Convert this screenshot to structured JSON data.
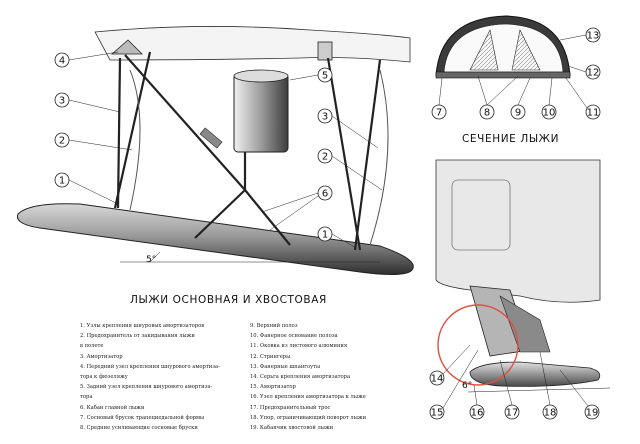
{
  "diagram": {
    "main_title": "ЛЫЖИ ОСНОВНАЯ И ХВОСТОВАЯ",
    "section_title": "СЕЧЕНИЕ ЛЫЖИ",
    "angle_main": "5°",
    "angle_tail": "6°"
  },
  "callouts": {
    "main_left": [
      "4",
      "3",
      "2",
      "1"
    ],
    "main_mid": [
      "5",
      "6"
    ],
    "main_right": [
      "3",
      "2",
      "1"
    ],
    "section": [
      "13",
      "12",
      "7",
      "8",
      "9",
      "10",
      "11"
    ],
    "tail": [
      "14",
      "15",
      "16",
      "17",
      "18",
      "19"
    ]
  },
  "legend": {
    "left": [
      "1. Узлы крепления шнуровых амортизаторов",
      "2. Предохранитель от закидывания лыжи",
      "   в полете",
      "3. Амортизатор",
      "4. Передний узел крепления шнурового амортиза-",
      "   тора к фюзеляжу",
      "5. Задний узел крепления шнурового амортиза-",
      "   тора",
      "6. Кабан главной лыжи",
      "7. Сосновый брусок трапециедальной формы",
      "8. Средние усиливающие сосновые бруски"
    ],
    "right": [
      "9. Верхний полоз",
      "10. Фанерное основание полоза",
      "11. Оковка из листового алюминия",
      "12. Стрингеры",
      "13. Фанерные шпангоуты",
      "14. Серьга крепления амортизатора",
      "15. Амортизатор",
      "16. Узел крепления амортизатора к лыже",
      "17. Предохранительный трос",
      "18. Упор, ограничивающий поворот лыжи",
      "19. Кабанчик хвостовой лыжи"
    ]
  }
}
